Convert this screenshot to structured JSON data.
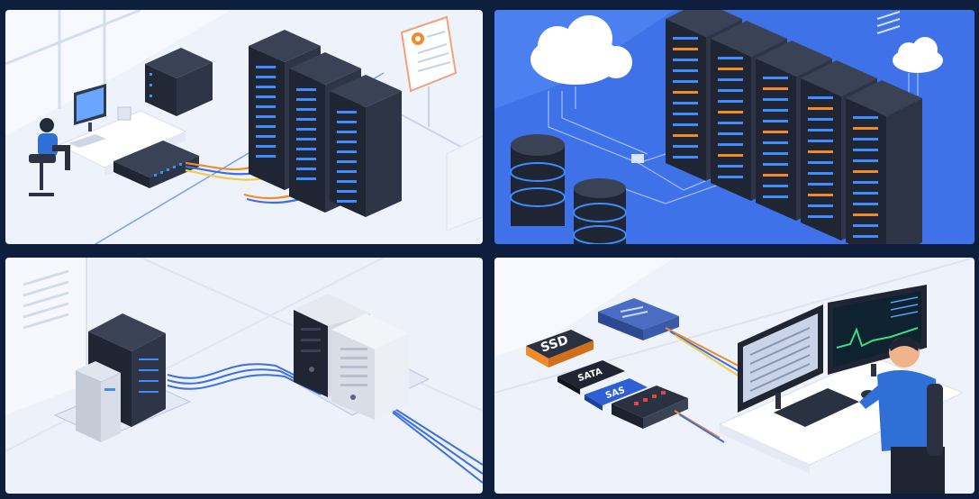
{
  "panels": [
    {
      "id": "office-network-room"
    },
    {
      "id": "cloud-datacenter"
    },
    {
      "id": "server-connection"
    },
    {
      "id": "monitoring-workstation"
    }
  ],
  "storage_labels": {
    "ssd": "SSD",
    "sata": "SATA",
    "sas": "SAS"
  },
  "colors": {
    "frame": "#0d1f3d",
    "rack": "#2a3140",
    "rack_light": "#3a4356",
    "led_blue": "#3f8cff",
    "cable_orange": "#f08a2a",
    "cable_blue": "#3d6fe0",
    "cable_yellow": "#f2c94c",
    "cloud_panel": "#3f72e8",
    "shirt": "#2f6fd6"
  }
}
